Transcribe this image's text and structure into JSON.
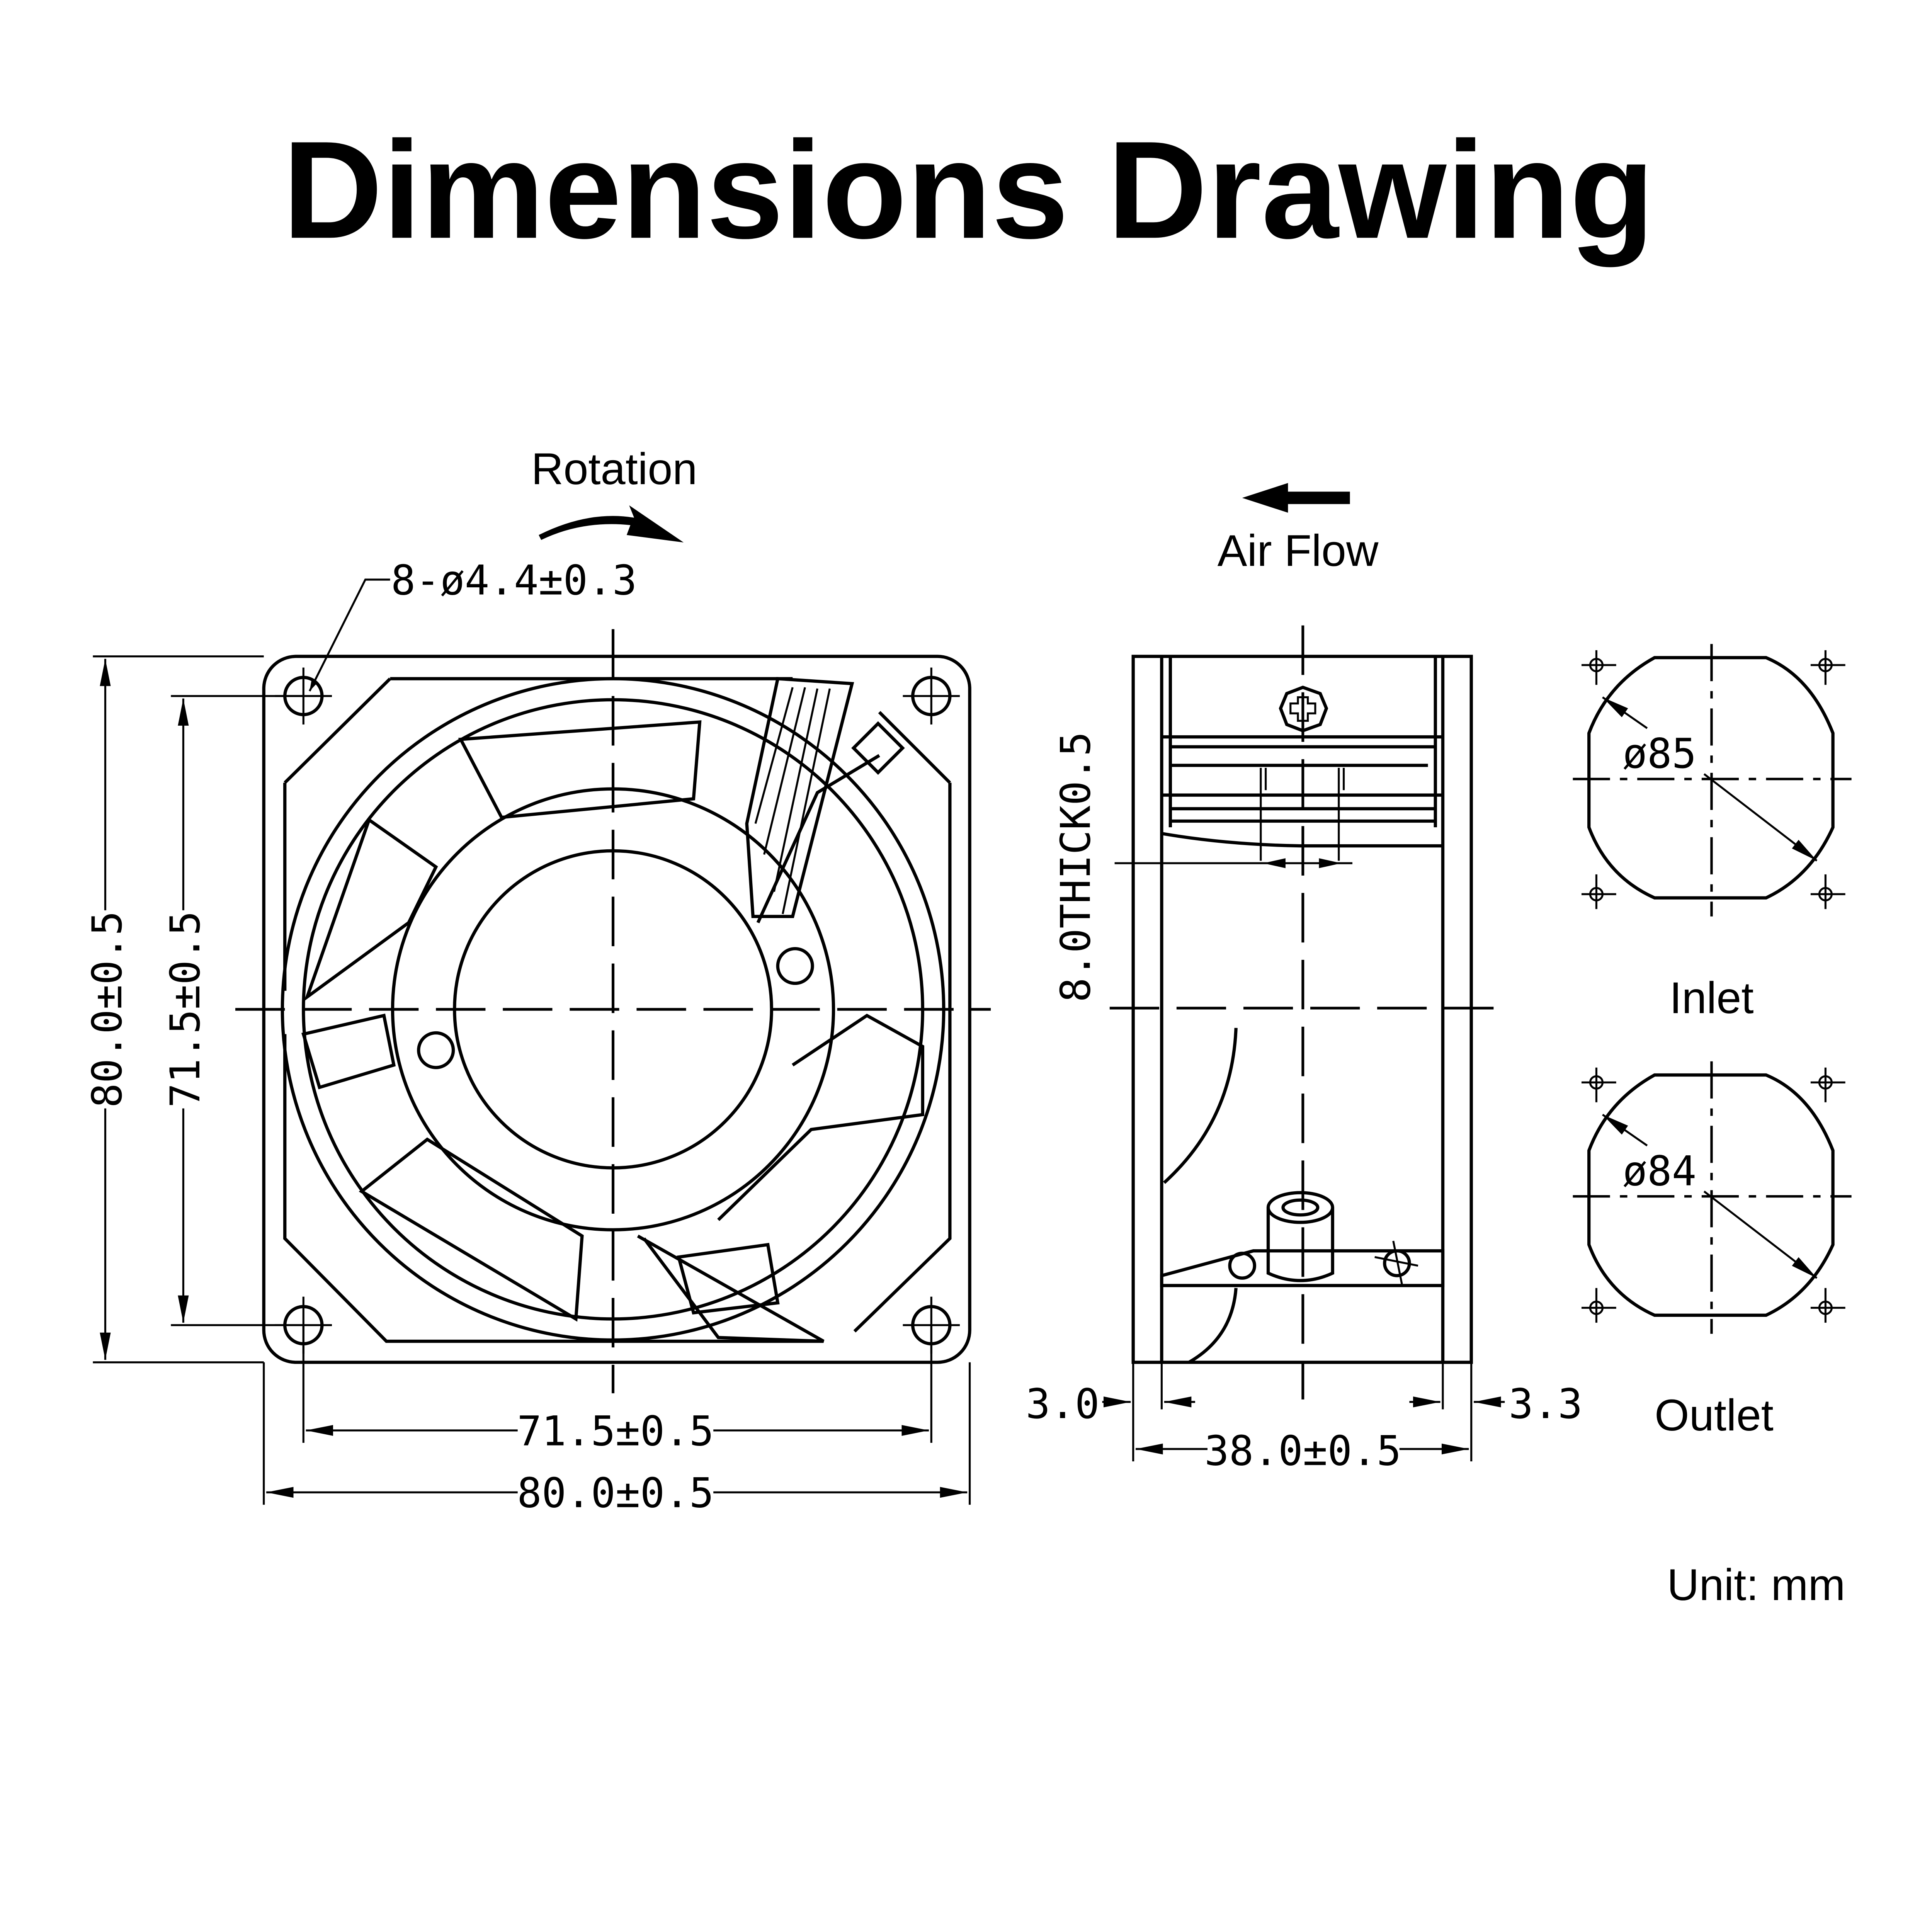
{
  "title": "Dimensions Drawing",
  "front_view": {
    "rotation_label": "Rotation",
    "hole_callout": "8-ø4.4±0.3",
    "height_outer": "80.0±0.5",
    "height_inner": "71.5±0.5",
    "width_inner": "71.5±0.5",
    "width_outer": "80.0±0.5"
  },
  "side_view": {
    "airflow_label": "Air Flow",
    "thickness": "8.0THICK0.5",
    "left_flange": "3.0",
    "right_flange": "3.3",
    "depth": "38.0±0.5"
  },
  "inlet": {
    "diameter": "ø85",
    "label": "Inlet"
  },
  "outlet": {
    "diameter": "ø84",
    "label": "Outlet"
  },
  "unit": "Unit: mm",
  "colors": {
    "ink": "#000000",
    "background": "#ffffff"
  }
}
